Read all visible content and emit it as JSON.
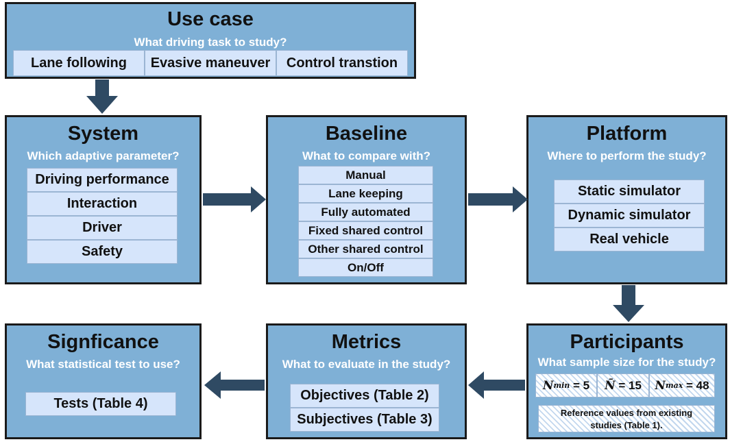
{
  "usecase": {
    "title": "Use case",
    "question": "What driving task to study?",
    "items": [
      "Lane following",
      "Evasive maneuver",
      "Control transtion"
    ]
  },
  "system": {
    "title": "System",
    "question": "Which adaptive parameter?",
    "items": [
      "Driving performance",
      "Interaction",
      "Driver",
      "Safety"
    ]
  },
  "baseline": {
    "title": "Baseline",
    "question": "What to compare with?",
    "items": [
      "Manual",
      "Lane keeping",
      "Fully automated",
      "Fixed shared control",
      "Other shared control",
      "On/Off"
    ]
  },
  "platform": {
    "title": "Platform",
    "question": "Where to perform the study?",
    "items": [
      "Static simulator",
      "Dynamic simulator",
      "Real vehicle"
    ]
  },
  "participants": {
    "title": "Participants",
    "question": "What sample size for the study?",
    "nmin_symbol": "N",
    "nmin_sub": "min",
    "nmin_value": "= 5",
    "nmean_symbol": "N̄",
    "nmean_value": "= 15",
    "nmax_symbol": "N",
    "nmax_sub": "max",
    "nmax_value": "= 48",
    "note_line1": "Reference values from existing",
    "note_line2": "studies (Table 1)."
  },
  "metrics": {
    "title": "Metrics",
    "question": "What to evaluate in the study?",
    "items": [
      "Objectives (Table 2)",
      "Subjectives (Table 3)"
    ]
  },
  "significance": {
    "title": "Signficance",
    "question": "What statistical test to use?",
    "items": [
      "Tests (Table 4)"
    ]
  },
  "colors": {
    "box_fill": "#7fb0d6",
    "item_fill": "#d6e5fb",
    "arrow": "#2f4a63"
  }
}
